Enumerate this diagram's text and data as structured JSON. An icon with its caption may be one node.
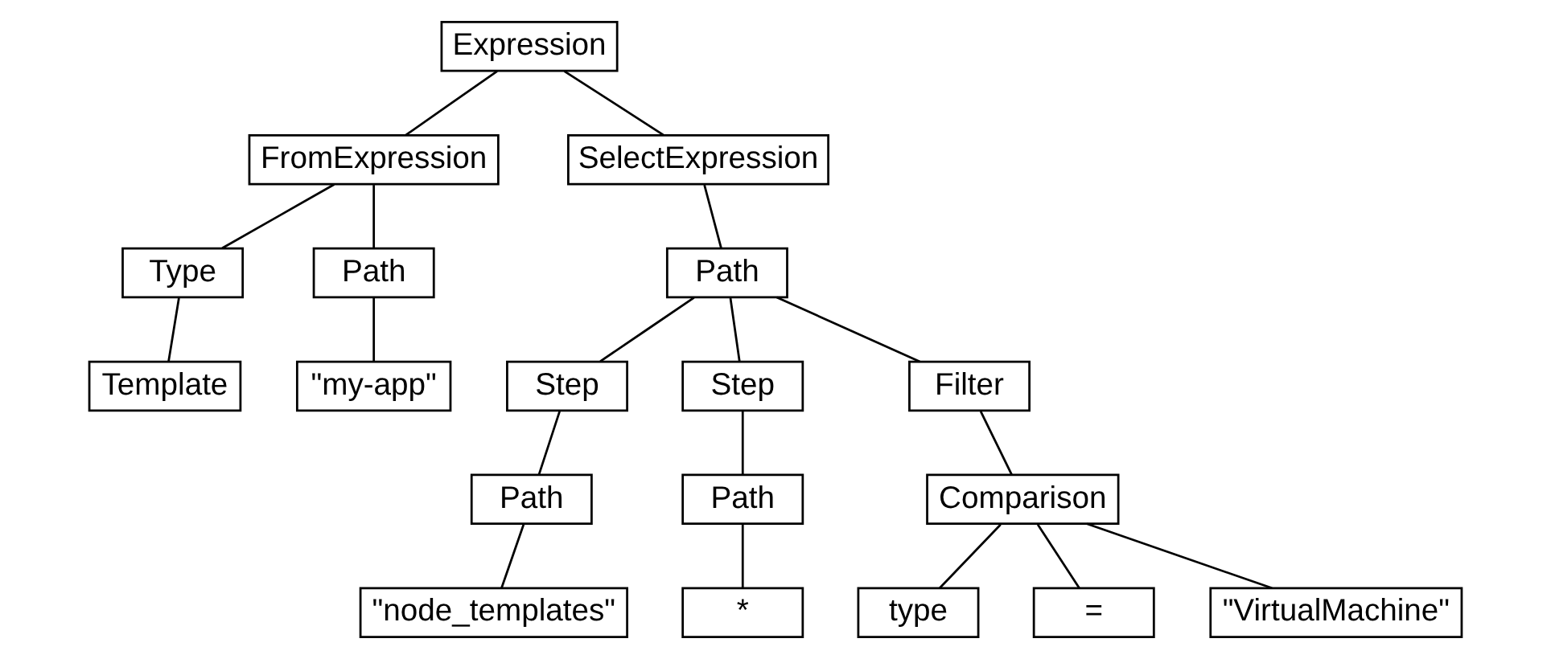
{
  "diagram": {
    "nodes": [
      {
        "text": [
          "Expression"
        ]
      },
      {
        "text": [
          "FromExpression"
        ]
      },
      {
        "text": [
          "SelectExpression"
        ]
      },
      {
        "text": [
          "Type"
        ]
      },
      {
        "text": [
          "Path"
        ]
      },
      {
        "text": [
          "Path"
        ]
      },
      {
        "text": [
          "Template"
        ]
      },
      {
        "text": [
          "\"my-app\""
        ]
      },
      {
        "text": [
          "Step"
        ]
      },
      {
        "text": [
          "Step"
        ]
      },
      {
        "text": [
          "Filter"
        ]
      },
      {
        "text": [
          "Path"
        ]
      },
      {
        "text": [
          "Path"
        ]
      },
      {
        "text": [
          "Comparison"
        ]
      },
      {
        "text": [
          "\"node_templates\""
        ]
      },
      {
        "text": [
          "*"
        ]
      },
      {
        "text": [
          "type"
        ]
      },
      {
        "text": [
          "="
        ]
      },
      {
        "text": [
          "\"VirtualMachine\""
        ]
      }
    ],
    "edges": [
      {
        "from": 0,
        "to": 1,
        "arrow": "none"
      },
      {
        "from": 0,
        "to": 2,
        "arrow": "none"
      },
      {
        "from": 1,
        "to": 3,
        "arrow": "none"
      },
      {
        "from": 1,
        "to": 4,
        "arrow": "none"
      },
      {
        "from": 2,
        "to": 5,
        "arrow": "none"
      },
      {
        "from": 3,
        "to": 6,
        "arrow": "none"
      },
      {
        "from": 4,
        "to": 7,
        "arrow": "none"
      },
      {
        "from": 5,
        "to": 8,
        "arrow": "none"
      },
      {
        "from": 5,
        "to": 9,
        "arrow": "none"
      },
      {
        "from": 5,
        "to": 10,
        "arrow": "none"
      },
      {
        "from": 8,
        "to": 11,
        "arrow": "none"
      },
      {
        "from": 9,
        "to": 12,
        "arrow": "none"
      },
      {
        "from": 10,
        "to": 13,
        "arrow": "none"
      },
      {
        "from": 11,
        "to": 14,
        "arrow": "none"
      },
      {
        "from": 12,
        "to": 15,
        "arrow": "none"
      },
      {
        "from": 13,
        "to": 16,
        "arrow": "none"
      },
      {
        "from": 13,
        "to": 17,
        "arrow": "none"
      },
      {
        "from": 13,
        "to": 18,
        "arrow": "none"
      }
    ]
  }
}
